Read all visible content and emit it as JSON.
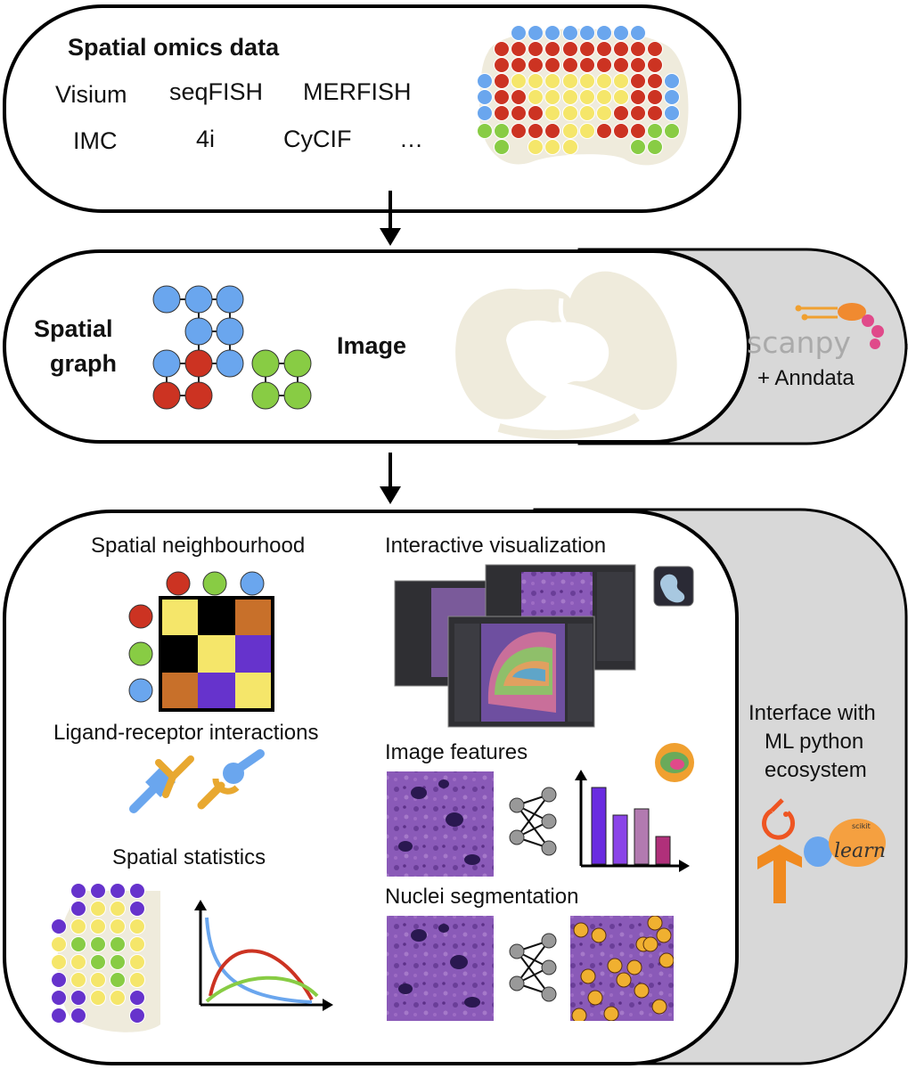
{
  "panel1": {
    "title": "Spatial omics data",
    "technologies": [
      "Visium",
      "seqFISH",
      "MERFISH",
      "IMC",
      "4i",
      "CyCIF",
      "…"
    ]
  },
  "panel2": {
    "graph_label_line1": "Spatial",
    "graph_label_line2": "graph",
    "image_label": "Image",
    "scanpy_logo_text": "scanpy",
    "anndata_label": "+ Anndata"
  },
  "panel3": {
    "neighbourhood_title": "Spatial neighbourhood",
    "ligand_title": "Ligand-receptor interactions",
    "statistics_title": "Spatial statistics",
    "visualization_title": "Interactive visualization",
    "image_features_title": "Image features",
    "nuclei_title": "Nuclei segmentation",
    "ml_line1": "Interface with",
    "ml_line2": "ML python",
    "ml_line3": "ecosystem",
    "sklearn_small": "scikit",
    "sklearn_big": "learn"
  },
  "colors": {
    "red": "#cc3322",
    "green": "#88cc44",
    "blue": "#6aa6ee",
    "yellow": "#f5e66a",
    "orange": "#c8702a",
    "purple": "#6633cc",
    "black": "#000000",
    "tissue": "#efebdc",
    "gray_panel": "#d8d8d8",
    "tissue_purple": "#7a3fa0"
  },
  "neighbourhood_matrix": [
    [
      "yellow",
      "black",
      "orange"
    ],
    [
      "black",
      "yellow",
      "purple"
    ],
    [
      "orange",
      "purple",
      "yellow"
    ]
  ],
  "feature_bars": [
    {
      "value": 0.86,
      "color": "#6a2be0"
    },
    {
      "value": 0.55,
      "color": "#8a44e8"
    },
    {
      "value": 0.62,
      "color": "#b27ab0"
    },
    {
      "value": 0.31,
      "color": "#b0307a"
    }
  ],
  "icons": [
    "down-arrow-icon",
    "napari-icon",
    "neural-network-icon",
    "pytorch-icon",
    "tensorflow-icon",
    "sklearn-icon",
    "scanpy-icon"
  ]
}
